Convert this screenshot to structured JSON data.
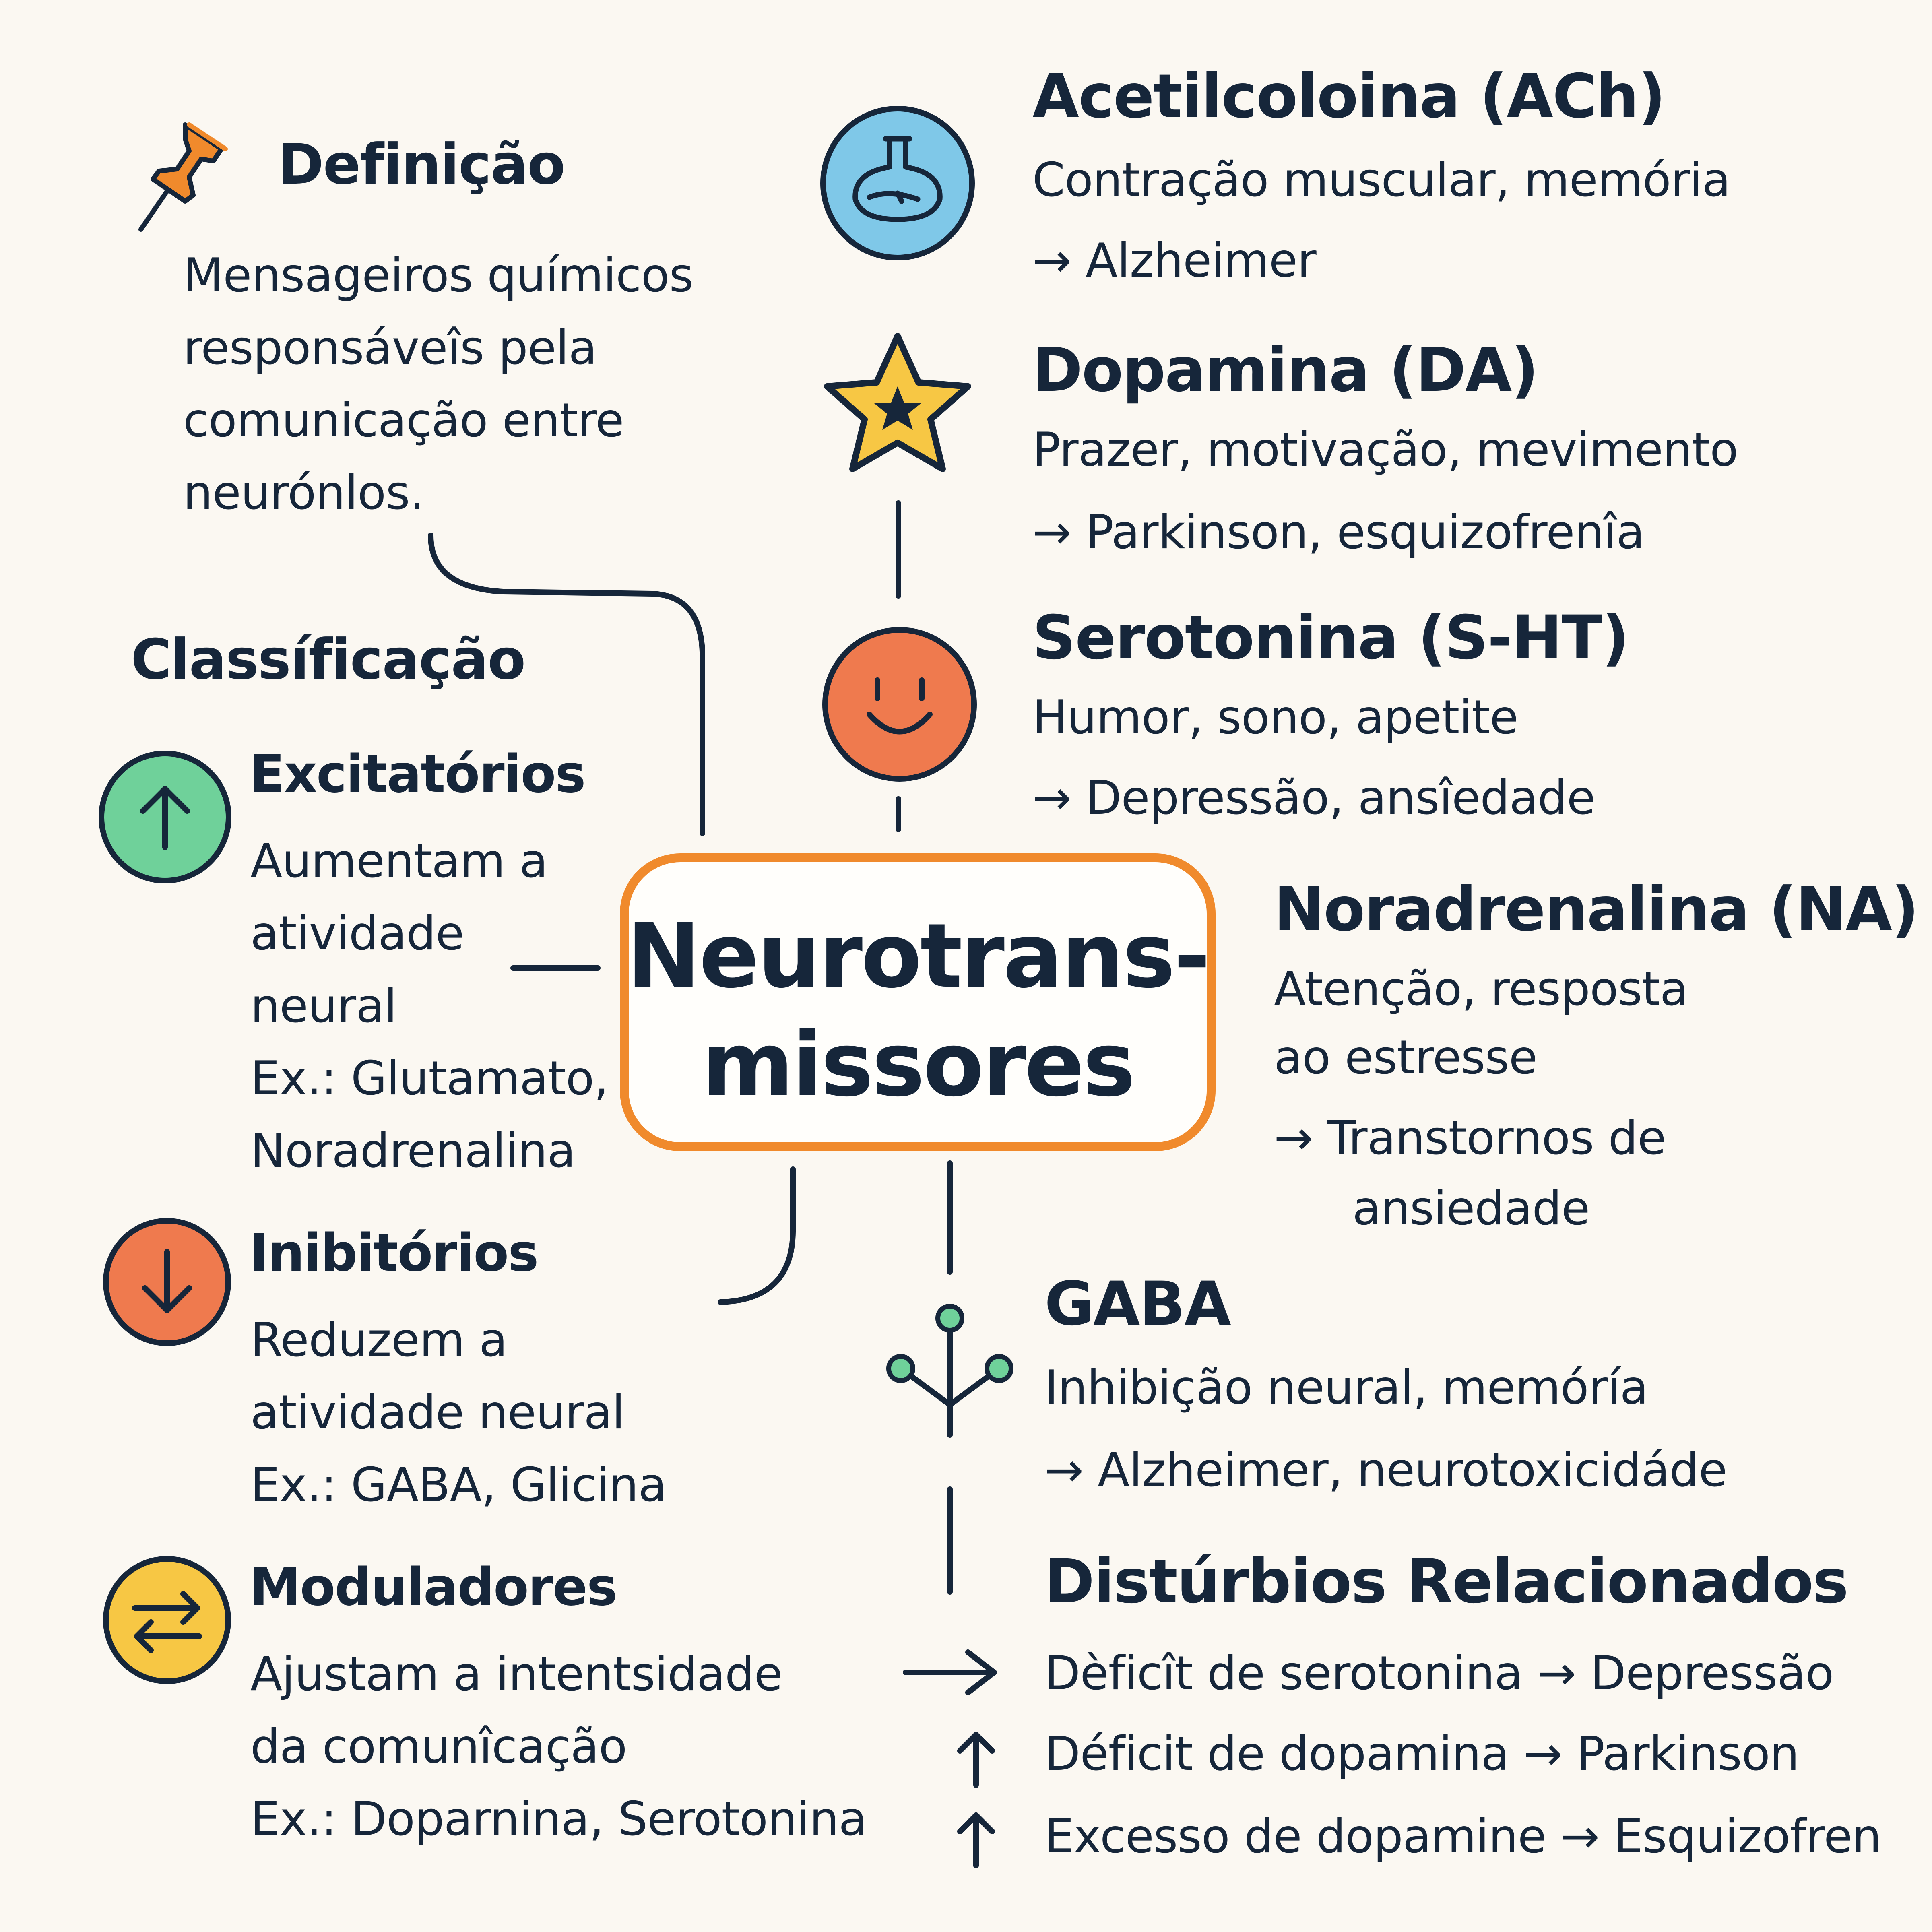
{
  "definition": {
    "title": "Definição",
    "lines": [
      "Mensageiros químicos",
      "responsáveîs pela",
      "comunicação entre",
      "neurónlos."
    ]
  },
  "classification": {
    "title": "Classíficação",
    "excitatory": {
      "title": "Excitatórios",
      "lines": [
        "Aumentam a",
        "atividade",
        "neural",
        "Ex.: Glutamato,",
        "Noradrenalina"
      ]
    },
    "inhibitory": {
      "title": "Inibitórios",
      "lines": [
        "Reduzem a",
        "atividade neural",
        "Ex.: GABA, Glicina"
      ]
    },
    "modulators": {
      "title": "Moduladores",
      "lines": [
        "Ajustam a intentsidade",
        "da comunîcação",
        "Ex.: Doparnina, Serotonina"
      ]
    }
  },
  "center": {
    "lines": [
      "Neurotrans-",
      "missores"
    ]
  },
  "transmitters": [
    {
      "name": "Acetilcoloina (ACh)",
      "function": "Contração muscular, memória",
      "disorder": "→  Alzheimer",
      "icon": "brain-icon",
      "color": "#7fc8e8"
    },
    {
      "name": "Dopamina (DA)",
      "function": "Prazer, motivação, mevimento",
      "disorder": "→  Parkinson, esquizofrenîa",
      "icon": "star-icon",
      "color": "#f7c744"
    },
    {
      "name": "Serotonina (S-HT)",
      "function": "Humor, sono, apetite",
      "disorder": "→  Depressão, ansîedade",
      "icon": "smiley-icon",
      "color": "#ef7a4e"
    },
    {
      "name": "Noradrenalina (NA)",
      "function": "Atenção, resposta",
      "function2": "ao estresse",
      "disorder": "→  Transtornos de",
      "disorder2": "ansiedade"
    },
    {
      "name": "GABA",
      "function": "Inhibição neural, memóría",
      "disorder": "→  Alzheimer, neurotoxicidáde",
      "icon": "neuron-branch-icon",
      "color": "#6fd19a"
    }
  ],
  "disorders": {
    "title": "Distúrbios Relacionados",
    "items": [
      "Dèficît de serotonina → Depressão",
      "Déficit de dopamina → Parkinson",
      "Excesso de dopamine → Esquizofren"
    ]
  },
  "colors": {
    "ink": "#16263a",
    "accent_orange": "#f08a2c",
    "excitatory_green": "#6fd19a",
    "inhibitory_red": "#ef7a4e",
    "modulator_yellow": "#f7c744",
    "ach_blue": "#7fc8e8",
    "background": "#fbf8f2"
  }
}
